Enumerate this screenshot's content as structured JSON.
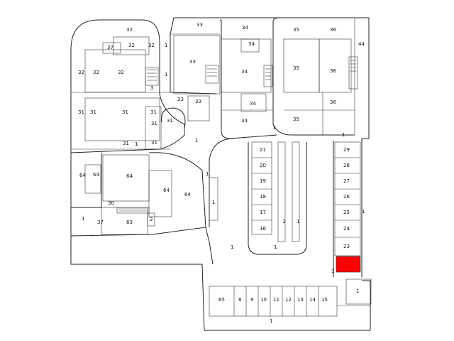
{
  "colors": {
    "line": "#222222",
    "background": "#ffffff",
    "highlight": "#ff0000"
  },
  "labels": {
    "u32a": "32",
    "u32b": "32",
    "u32c": "32",
    "u32d": "32",
    "u32e": "32",
    "u32f": "32",
    "u37a": "37",
    "u3a": "3",
    "u1a": "1",
    "u1b": "1",
    "u33a": "33",
    "u33b": "33",
    "u33c": "33",
    "u33d": "33",
    "u34a": "34",
    "u34b": "34",
    "u34c": "34",
    "u34d": "34",
    "u34e": "34",
    "u35a": "35",
    "u35b": "35",
    "u35c": "35",
    "u36a": "36",
    "u36b": "36",
    "u36c": "36",
    "u44": "44",
    "u31a": "31",
    "u31b": "31",
    "u31c": "31",
    "u31d": "31",
    "u31e": "31",
    "u31f": "31",
    "u31g": "31",
    "u1c": "1",
    "u1d": "1",
    "u1e": "1",
    "u1f": "1",
    "u1g": "1",
    "u64a": "64",
    "u64b": "64",
    "u64c": "64",
    "u64d": "64",
    "u64e": "64",
    "u30": "30",
    "u63": "63",
    "u2": "2",
    "u37b": "37",
    "u1h": "1",
    "u21": "21",
    "u20": "20",
    "u19": "19",
    "u18": "18",
    "u17": "17",
    "u16": "16",
    "u1i": "1",
    "u1j": "1",
    "u1k": "1",
    "u1l": "1",
    "u29": "29",
    "u28": "28",
    "u27": "27",
    "u26": "26",
    "u25": "25",
    "u24": "24",
    "u23": "23",
    "u1m": "1",
    "u1n": "1",
    "u1o": "1",
    "u65": "65",
    "u8": "8",
    "u9": "9",
    "u10": "10",
    "u11": "11",
    "u12": "12",
    "u13": "13",
    "u14": "14",
    "u15": "15",
    "u1p": "1",
    "u1q": "1"
  }
}
